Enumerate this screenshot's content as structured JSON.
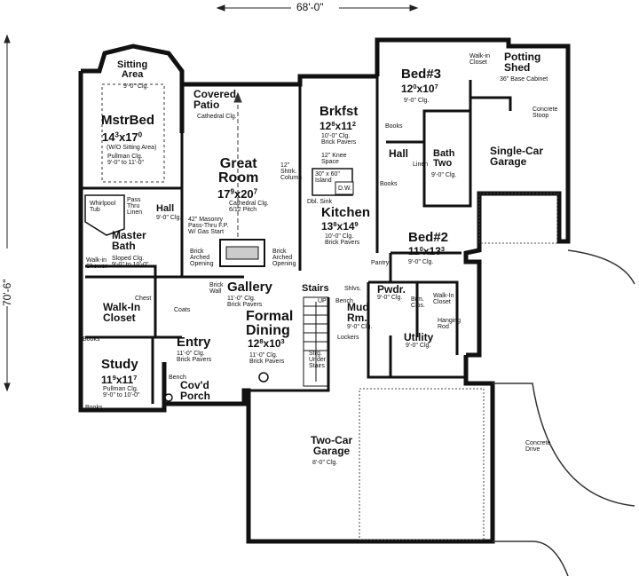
{
  "overall": {
    "width_label": "68'-0\"",
    "depth_label": "70'-6\""
  },
  "rooms": {
    "sitting_area": {
      "name": "Sitting\nArea",
      "ceiling": "9'-0\" Clg."
    },
    "master_bed": {
      "name": "MstrBed",
      "dim_a": "14",
      "dim_a_frac": "3",
      "dim_b": "17",
      "dim_b_frac": "0",
      "note": "(W/O Sitting Area)",
      "ceiling": "Pullman Clg.\n9'-0\" to 11'-0\""
    },
    "covered_patio": {
      "name": "Covered\nPatio",
      "ceiling": "Cathedral Clg."
    },
    "great_room": {
      "name": "Great\nRoom",
      "dim_a": "17",
      "dim_a_frac": "9",
      "dim_b": "20",
      "dim_b_frac": "7",
      "ceiling": "Cathedral Clg.\n6/12 Pitch"
    },
    "fireplace_note": "42\" Masonry\nPass-Thru F.P.\nW/ Gas Start",
    "brkfst": {
      "name": "Brkfst",
      "dim_a": "12",
      "dim_a_frac": "8",
      "dim_b": "11",
      "dim_b_frac": "2",
      "ceiling": "10'-0\" Clg.\nBrick Pavers"
    },
    "knee_space": "12\" Knee\nSpace",
    "shtrk_column": "12\"\nShtrk.\nColumn",
    "island": "30\" x 60\"\nIsland",
    "kitchen": {
      "name": "Kitchen",
      "dim_a": "13",
      "dim_a_frac": "8",
      "dim_b": "14",
      "dim_b_frac": "9",
      "ceiling": "10'-0\" Clg.\nBrick Pavers"
    },
    "dbl_sink": "Dbl. Sink",
    "dw": "D.W.",
    "pantry": "Pantry",
    "bed3": {
      "name": "Bed#3",
      "dim_a": "12",
      "dim_a_frac": "0",
      "dim_b": "10",
      "dim_b_frac": "7",
      "ceiling": "9'-0\" Clg."
    },
    "walk_in_closet_bed3": "Walk-in\nCloset",
    "potting_shed": {
      "name": "Potting\nShed"
    },
    "base_cabinet": "36\" Base Cabinet",
    "concrete_stoop": "Concrete\nStoop",
    "books_1": "Books",
    "books_2": "Books",
    "books_3": "Books",
    "books_4": "Books",
    "hall_right": "Hall",
    "linen_right": "Linen",
    "bath_two": {
      "name": "Bath\nTwo",
      "ceiling": "9'-0\" Clg."
    },
    "single_car_garage": {
      "name": "Single-Car\nGarage"
    },
    "bed2": {
      "name": "Bed#2",
      "dim_a": "11",
      "dim_a_frac": "0",
      "dim_b": "13",
      "dim_b_frac": "3",
      "ceiling": "9'-0\" Clg."
    },
    "hall_left": {
      "name": "Hall",
      "ceiling": "9'-0\" Clg."
    },
    "pass_thru_linen": "Pass\nThru\nLinen",
    "whirlpool_tub": "Whirlpool\nTub",
    "master_bath": {
      "name": "Master\nBath",
      "ceiling": "Sloped Clg.\n9'-0\" to 10'-0\""
    },
    "walk_in_shower": "Walk-in\nShower",
    "brick_arched_opening_1": "Brick\nArched\nOpening",
    "brick_arched_opening_2": "Brick\nArched\nOpening",
    "brick_wall": "Brick\nWall",
    "gallery": {
      "name": "Gallery",
      "ceiling": "11'-0\" Clg.\nBrick Pavers"
    },
    "walk_in_closet": {
      "name": "Walk-In\nCloset"
    },
    "chest": "Chest",
    "coats": "Coats",
    "stairs": "Stairs",
    "up": "UP",
    "shlvs": "Shlvs.",
    "bench_1": "Bench",
    "pwdr": {
      "name": "Pwdr.",
      "ceiling": "9'-0\" Clg."
    },
    "brm_clos": "Brm.\nClos.",
    "walk_in_closet_bed2": "Walk-In\nCloset",
    "mud_rm": {
      "name": "Mud\nRm.",
      "ceiling": "9'-0\" Clg."
    },
    "lockers": "Lockers",
    "hanging_rod": "Hanging\nRod",
    "utility": {
      "name": "Utility",
      "ceiling": "9'-0\" Clg."
    },
    "strg_under_stairs": "Strg.\nUnder\nStairs",
    "formal_dining": {
      "name": "Formal\nDining",
      "dim_a": "12",
      "dim_a_frac": "8",
      "dim_b": "10",
      "dim_b_frac": "3",
      "ceiling": "11'-0\" Clg.\nBrick Pavers"
    },
    "entry": {
      "name": "Entry",
      "ceiling": "11'-0\" Clg.\nBrick Pavers"
    },
    "study": {
      "name": "Study",
      "dim_a": "11",
      "dim_a_frac": "9",
      "dim_b": "11",
      "dim_b_frac": "7",
      "ceiling": "Pullman Clg.\n9'-0\" to 10'-0\""
    },
    "bench_2": "Bench",
    "covd_porch": {
      "name": "Cov'd\nPorch"
    },
    "two_car_garage": {
      "name": "Two-Car\nGarage",
      "ceiling": "8'-0\" Clg."
    },
    "concrete_drive": "Concrete\nDrive"
  }
}
